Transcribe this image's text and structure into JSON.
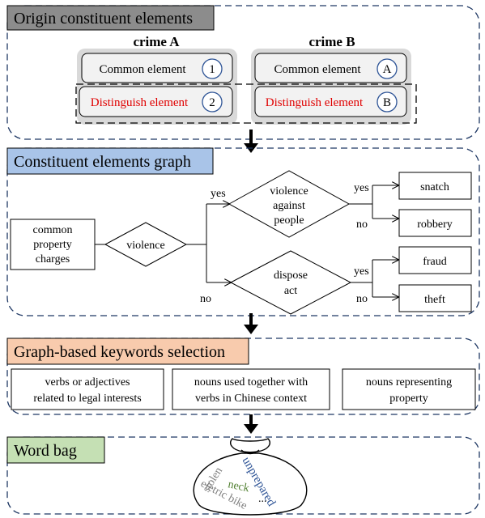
{
  "sections": {
    "origin": {
      "title": "Origin constituent elements",
      "colors": {
        "header_bg": "#8c8c8c",
        "crime_box_bg": "#d9d9d9",
        "distinguish_text": "#e00000"
      },
      "crime_a": {
        "title": "crime A",
        "common_label": "Common element",
        "common_marker": "1",
        "distinguish_label": "Distinguish element",
        "distinguish_marker": "2"
      },
      "crime_b": {
        "title": "crime B",
        "common_label": "Common element",
        "common_marker": "A",
        "distinguish_label": "Distinguish element",
        "distinguish_marker": "B"
      }
    },
    "graph": {
      "title": "Constituent elements graph",
      "colors": {
        "header_bg": "#a9c4e8"
      },
      "start_node": [
        "common",
        "property",
        "charges"
      ],
      "violence_node": "violence",
      "violence_against_node": [
        "violence",
        "against",
        "people"
      ],
      "dispose_node": [
        "dispose",
        "act"
      ],
      "outcomes": {
        "snatch": "snatch",
        "robbery": "robbery",
        "fraud": "fraud",
        "theft": "theft"
      },
      "edge_labels": {
        "yes_upper": "yes",
        "no_lower": "no",
        "yes_snatch": "yes",
        "no_robbery": "no",
        "yes_fraud": "yes",
        "no_theft": "no"
      }
    },
    "keywords": {
      "title": "Graph-based keywords selection",
      "colors": {
        "header_bg": "#f8cbad"
      },
      "boxes": [
        [
          "verbs or adjectives",
          "related to legal interests"
        ],
        [
          "nouns used together with",
          "verbs  in Chinese context"
        ],
        [
          "nouns representing",
          "property"
        ]
      ]
    },
    "wordbag": {
      "title": "Word bag",
      "colors": {
        "header_bg": "#c5e0b4",
        "stolen": "#7f7f7f",
        "unprepared": "#2f5597",
        "neck": "#548235",
        "eletric_bike": "#808080"
      },
      "words": {
        "stolen": "stolen",
        "unprepared": "unprepared",
        "neck": "neck",
        "eletric_bike": "eletric bike",
        "dots": "..."
      }
    }
  }
}
